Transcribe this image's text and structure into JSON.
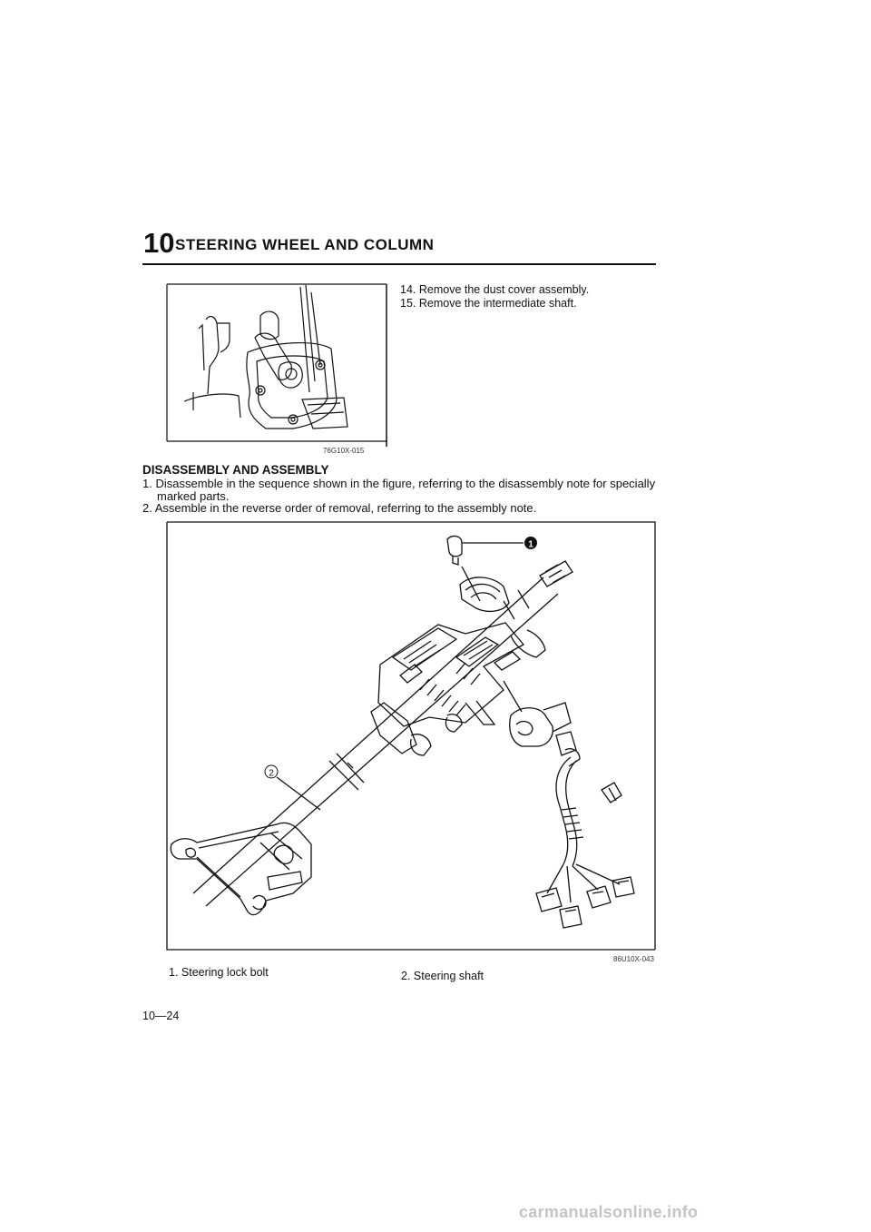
{
  "header": {
    "chapter_number": "10",
    "chapter_title": "STEERING WHEEL AND COLUMN"
  },
  "figure1": {
    "code": "76G10X-015"
  },
  "steps_top": [
    "14. Remove the dust cover assembly.",
    "15. Remove the intermediate shaft."
  ],
  "section": {
    "heading": "DISASSEMBLY AND ASSEMBLY",
    "step1_line1": "1. Disassemble in the sequence shown in the figure, referring to the disassembly note for specially",
    "step1_line2": "marked parts.",
    "step2": "2. Assemble in the reverse order of removal, referring to the assembly note."
  },
  "figure2": {
    "code": "86U10X-043",
    "callout_1": "1",
    "callout_2": "2",
    "legend": [
      "1. Steering lock bolt",
      "2. Steering shaft"
    ]
  },
  "footer": {
    "page_number": "10—24"
  },
  "watermark": "carmanualsonline.info"
}
